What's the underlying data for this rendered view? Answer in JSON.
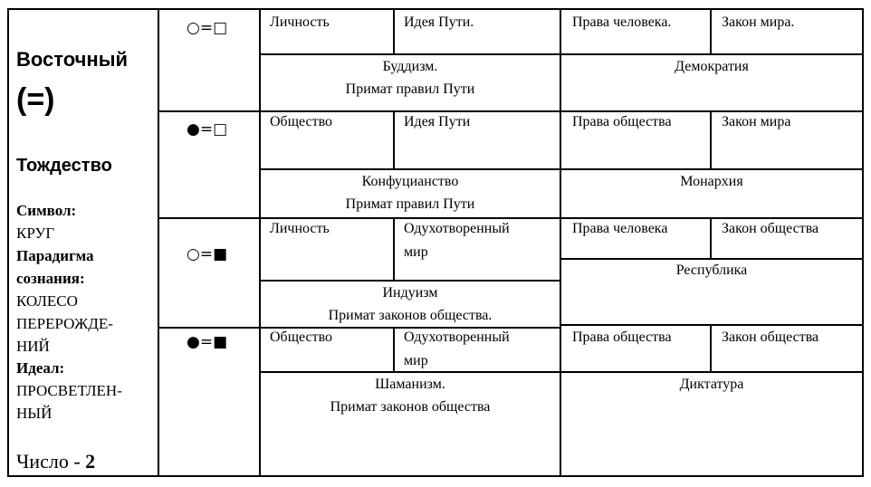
{
  "left": {
    "title": "Восточный",
    "sign": "(=)",
    "subtitle": "Тождество",
    "symbol_label": "Символ:",
    "symbol_value": "КРУГ",
    "paradigm_label_1": "Парадигма",
    "paradigm_label_2": "сознания:",
    "paradigm_value_1": "КОЛЕСО",
    "paradigm_value_2": "ПЕРЕРОЖДЕ-",
    "paradigm_value_3": "НИЙ",
    "ideal_label": "Идеал:",
    "ideal_value_1": "ПРОСВЕТЛЕН-",
    "ideal_value_2": "НЫЙ",
    "number_label": "Число - ",
    "number_value": "2"
  },
  "rows": [
    {
      "symbol": "○=□",
      "c1": "Личность",
      "c2": "Идея Пути.",
      "c3": "Права человека.",
      "c4": "Закон мира.",
      "religion": "Буддизм.",
      "primacy": "Примат правил Пути",
      "government": "Демократия"
    },
    {
      "symbol": "●=□",
      "c1": "Общество",
      "c2": "Идея Пути",
      "c3": "Права общества",
      "c4": "Закон мира",
      "religion": "Конфуцианство",
      "primacy": "Примат правил Пути",
      "government": "Монархия"
    },
    {
      "symbol": "○=■",
      "c1": "Личность",
      "c2a": "Одухотворенный",
      "c2b": "мир",
      "c3": "Права человека",
      "c4": "Закон общества",
      "religion": "Индуизм",
      "primacy": "Примат законов общества.",
      "government": "Республика"
    },
    {
      "symbol": "●=■",
      "c1": "Общество",
      "c2a": "Одухотворенный",
      "c2b": "мир",
      "c3": "Права общества",
      "c4": "Закон общества",
      "religion": "Шаманизм.",
      "primacy": "Примат законов общества",
      "government": "Диктатура"
    }
  ]
}
